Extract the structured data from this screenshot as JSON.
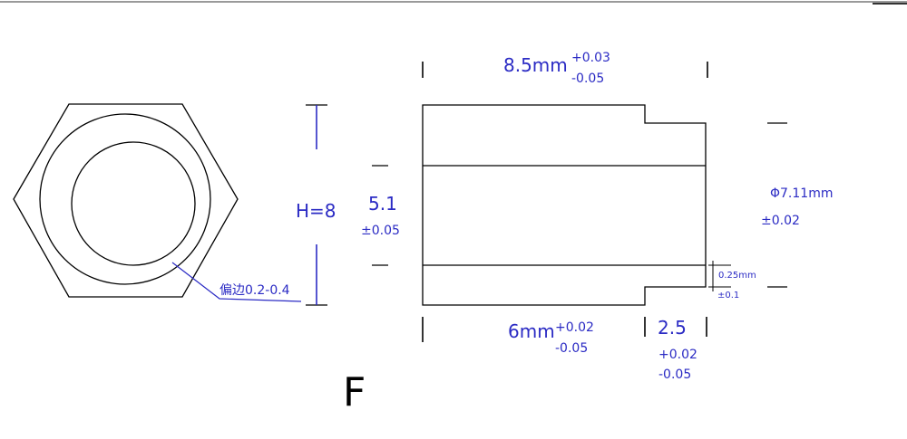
{
  "colors": {
    "outline": "#000000",
    "dimension": "#2b2bc4",
    "top_bar": "#9a9a9a"
  },
  "front_view": {
    "height_label": "H=8",
    "offset_note": "偏边0.2-0.4"
  },
  "side_view": {
    "length": {
      "value": "8.5mm",
      "tol_plus": "+0.03",
      "tol_minus": "-0.05"
    },
    "bore": {
      "value": "5.1",
      "tol": "±0.05"
    },
    "outer_diameter": {
      "value": "Φ7.11mm",
      "tol": "±0.02"
    },
    "step_depth": {
      "value": "0.25mm",
      "tol": "±0.1"
    },
    "body_length": {
      "value": "6mm",
      "tol_plus": "+0.02",
      "tol_minus": "-0.05"
    },
    "step_length": {
      "value": "2.5",
      "tol_plus": "+0.02",
      "tol_minus": "-0.05"
    }
  },
  "variant_letter": "F"
}
